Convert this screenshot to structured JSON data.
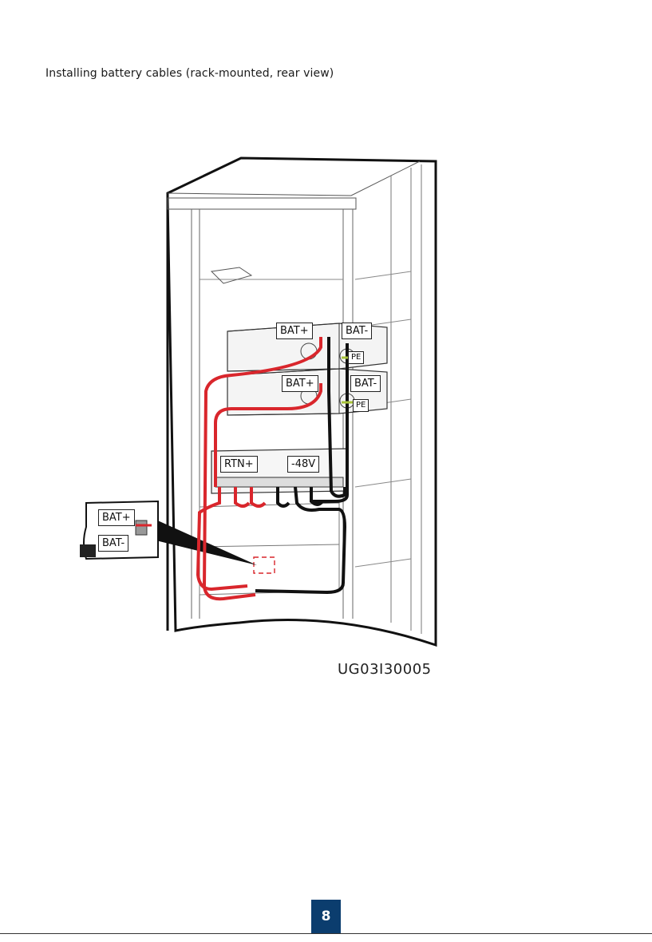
{
  "caption": "Installing battery cables (rack-mounted, rear view)",
  "figure": {
    "id": "UG03I30005",
    "labels": {
      "bat_plus_top": "BAT+",
      "bat_minus_top": "BAT-",
      "pe_top": "PE",
      "bat_plus_mid": "BAT+",
      "bat_minus_mid": "BAT-",
      "pe_mid": "PE",
      "rtn_plus": "RTN+",
      "minus_48v": "-48V",
      "inset_bat_plus": "BAT+",
      "inset_bat_minus": "BAT-"
    },
    "colors": {
      "positive_cable": "#d9262c",
      "negative_cable": "#111111",
      "pe_cable": "#a9c43a"
    }
  },
  "page_number": "8"
}
